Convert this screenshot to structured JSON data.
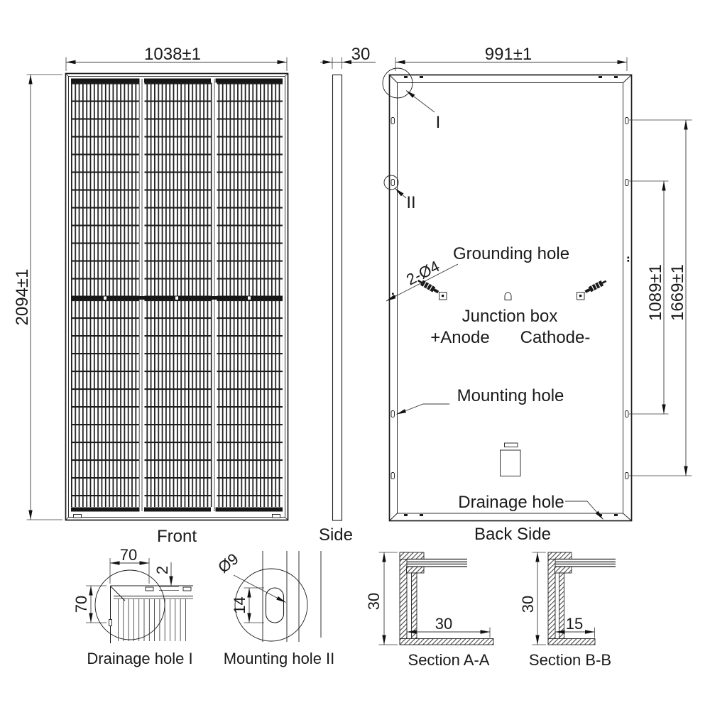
{
  "drawing": {
    "views": {
      "front": {
        "label": "Front",
        "width_dim": "1038±1",
        "height_dim": "2094±1"
      },
      "side": {
        "label": "Side",
        "thickness_dim": "30"
      },
      "back": {
        "label": "Back Side",
        "width_dim": "991±1",
        "mount_span_dim": "1089±1",
        "hole_span_dim": "1669±1",
        "detail_i_marker": "I",
        "detail_ii_marker": "II",
        "grounding_hole_label": "Grounding hole",
        "grounding_spec": "2-Ø4",
        "junction_box_label": "Junction box",
        "anode_label": "+Anode",
        "cathode_label": "Cathode-",
        "mounting_hole_label": "Mounting hole",
        "drainage_hole_label": "Drainage hole"
      }
    },
    "details": {
      "drainage_i": {
        "label": "Drainage hole I",
        "width_dim": "70",
        "height_dim": "70",
        "gap_dim": "2"
      },
      "mounting_ii": {
        "label": "Mounting hole II",
        "diameter_dim": "Ø9",
        "length_dim": "14"
      }
    },
    "sections": {
      "aa": {
        "label": "Section A-A",
        "height_dim": "30",
        "depth_dim": "30"
      },
      "bb": {
        "label": "Section B-B",
        "height_dim": "30",
        "depth_dim": "15"
      }
    },
    "colors": {
      "line": "#1c1c1c",
      "text": "#1a1a1a",
      "background": "#ffffff"
    }
  }
}
